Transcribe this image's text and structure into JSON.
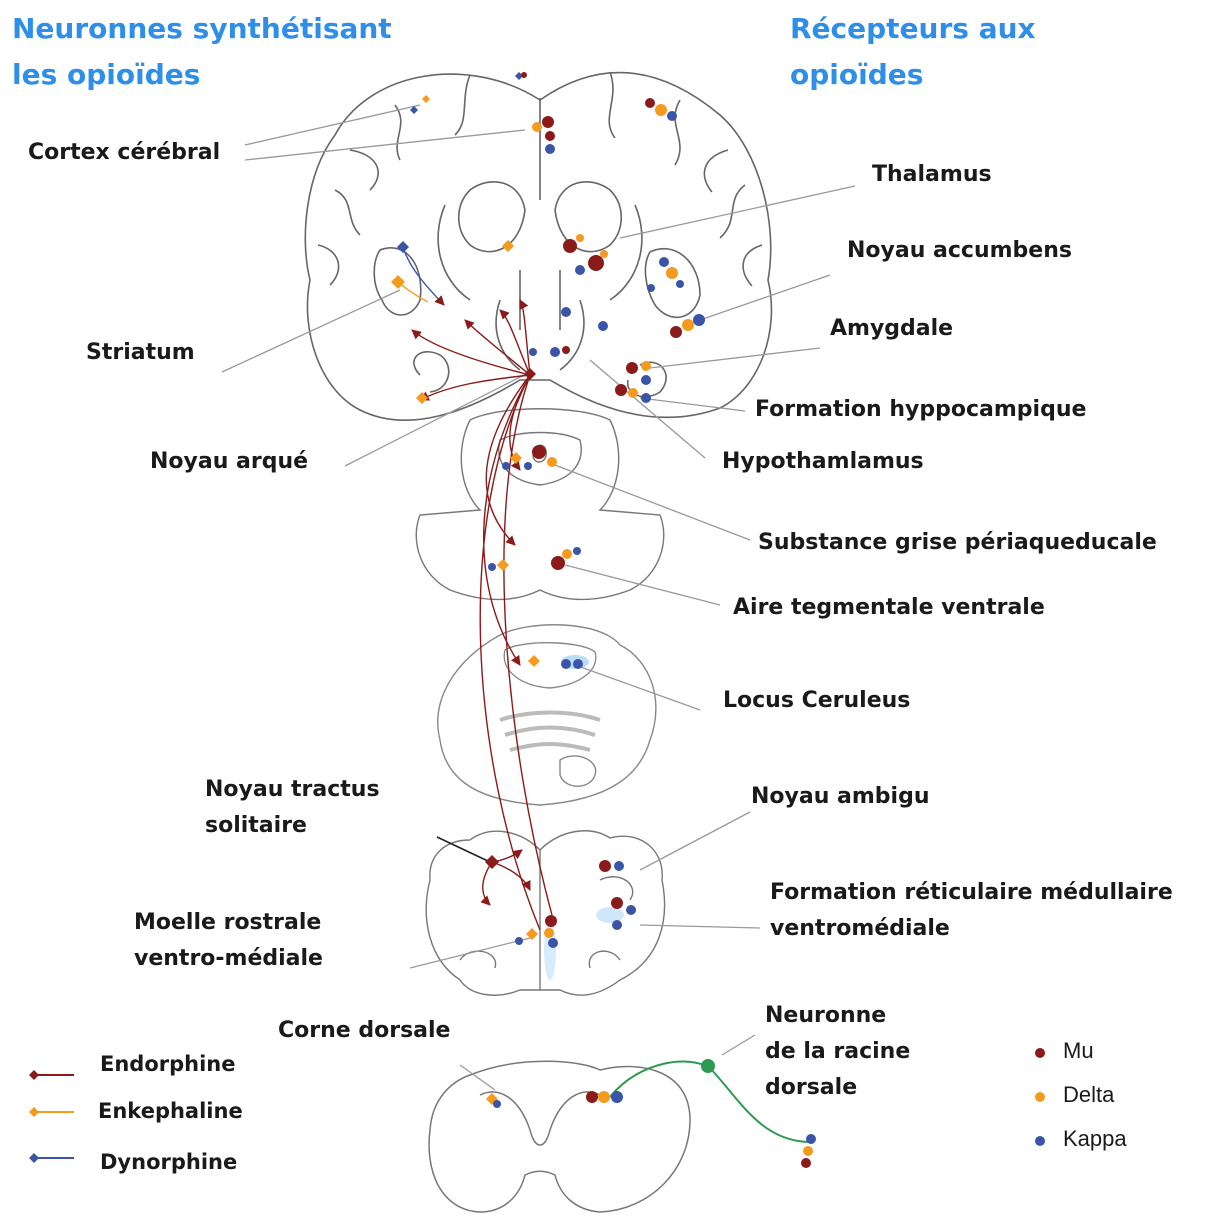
{
  "headers": {
    "left": [
      "Neuronnes synthétisant",
      "les opioïdes"
    ],
    "right": [
      "Récepteurs aux",
      "opioïdes"
    ]
  },
  "labels": {
    "cortex": "Cortex cérébral",
    "thalamus": "Thalamus",
    "accumbens": "Noyau accumbens",
    "amygdale": "Amygdale",
    "striatum": "Striatum",
    "hippocampe": "Formation hyppocampique",
    "arque": "Noyau arqué",
    "hypothalamus": "Hypothamlamus",
    "pag": "Substance grise périaqueducale",
    "vta": "Aire tegmentale ventrale",
    "locus": "Locus Ceruleus",
    "nts": [
      "Noyau tractus",
      "solitaire"
    ],
    "ambigu": "Noyau ambigu",
    "reticulaire": [
      "Formation réticulaire médullaire",
      "ventromédiale"
    ],
    "rvm": [
      "Moelle rostrale",
      "ventro-médiale"
    ],
    "corne": "Corne dorsale",
    "drg": [
      "Neuronne",
      "de la racine",
      "dorsale"
    ]
  },
  "legend_peptides": [
    {
      "name": "Endorphine",
      "color": "#8b1a1a"
    },
    {
      "name": "Enkephaline",
      "color": "#f39a1f"
    },
    {
      "name": "Dynorphine",
      "color": "#3a55a8"
    }
  ],
  "legend_receptors": [
    {
      "name": "Mu",
      "color": "#8b1a1a"
    },
    {
      "name": "Delta",
      "color": "#f39a1f"
    },
    {
      "name": "Kappa",
      "color": "#3a55a8"
    }
  ],
  "colors": {
    "header": "#2f8fe8",
    "outline": "#666666",
    "leader": "#999999",
    "projection": "#8b1a1a",
    "drg_fiber": "#2e9a4f",
    "highlight": "#9fd0f5"
  }
}
